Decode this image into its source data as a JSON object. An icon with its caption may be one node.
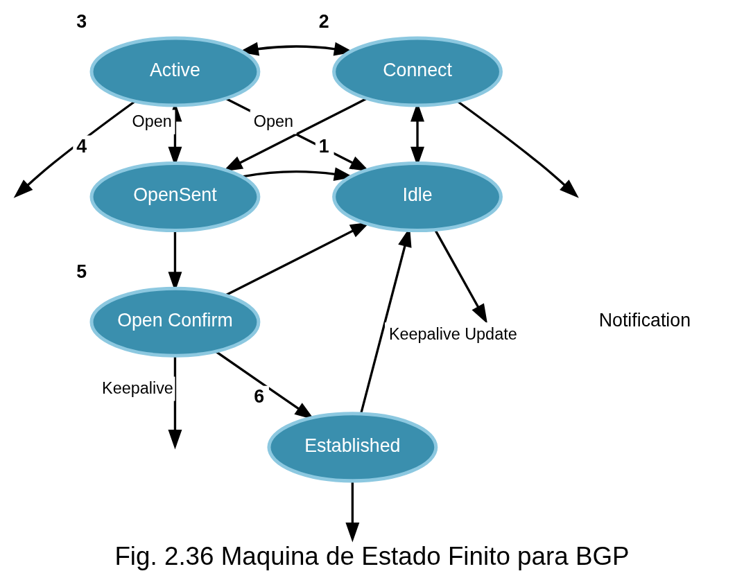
{
  "diagram": {
    "caption": "Fig. 2.36 Maquina de Estado Finito para BGP",
    "nodes": [
      {
        "text": [
          "Active"
        ],
        "beside": [
          "3"
        ]
      },
      {
        "text": [
          "Connect"
        ],
        "beside": [
          "2"
        ]
      },
      {
        "text": [
          "OpenSent"
        ],
        "beside": [
          "4"
        ]
      },
      {
        "text": [
          "Idle"
        ],
        "beside": [
          "1"
        ]
      },
      {
        "text": [
          "Open Confirm"
        ],
        "beside": [
          "5"
        ]
      },
      {
        "text": [
          "Established"
        ],
        "beside": [
          "6"
        ]
      }
    ],
    "edges": [
      {
        "from": 0,
        "to": null,
        "arrow": "to"
      },
      {
        "from": 1,
        "to": null,
        "arrow": "to"
      },
      {
        "from": 0,
        "to": 1,
        "arrow": "both"
      },
      {
        "from": 0,
        "to": 3,
        "arrow": "to"
      },
      {
        "from": 1,
        "to": 2,
        "arrow": "to",
        "label": "Open"
      },
      {
        "from": 0,
        "to": 2,
        "arrow": "both",
        "label": "Open"
      },
      {
        "from": 1,
        "to": 3,
        "arrow": "both"
      },
      {
        "from": 2,
        "to": 3,
        "arrow": "to"
      },
      {
        "from": 3,
        "to": null,
        "arrow": "to"
      },
      {
        "from": 2,
        "to": 4,
        "arrow": "to"
      },
      {
        "from": 4,
        "to": 3,
        "arrow": "to"
      },
      {
        "from": 4,
        "to": null,
        "arrow": "to",
        "label": "Keepalive"
      },
      {
        "from": 4,
        "to": 5,
        "arrow": "to"
      },
      {
        "from": 5,
        "to": 3,
        "arrow": "to",
        "label": "Keepalive Update"
      },
      {
        "from": 5,
        "to": null,
        "arrow": "to"
      }
    ],
    "labels": [
      "Notification"
    ]
  }
}
